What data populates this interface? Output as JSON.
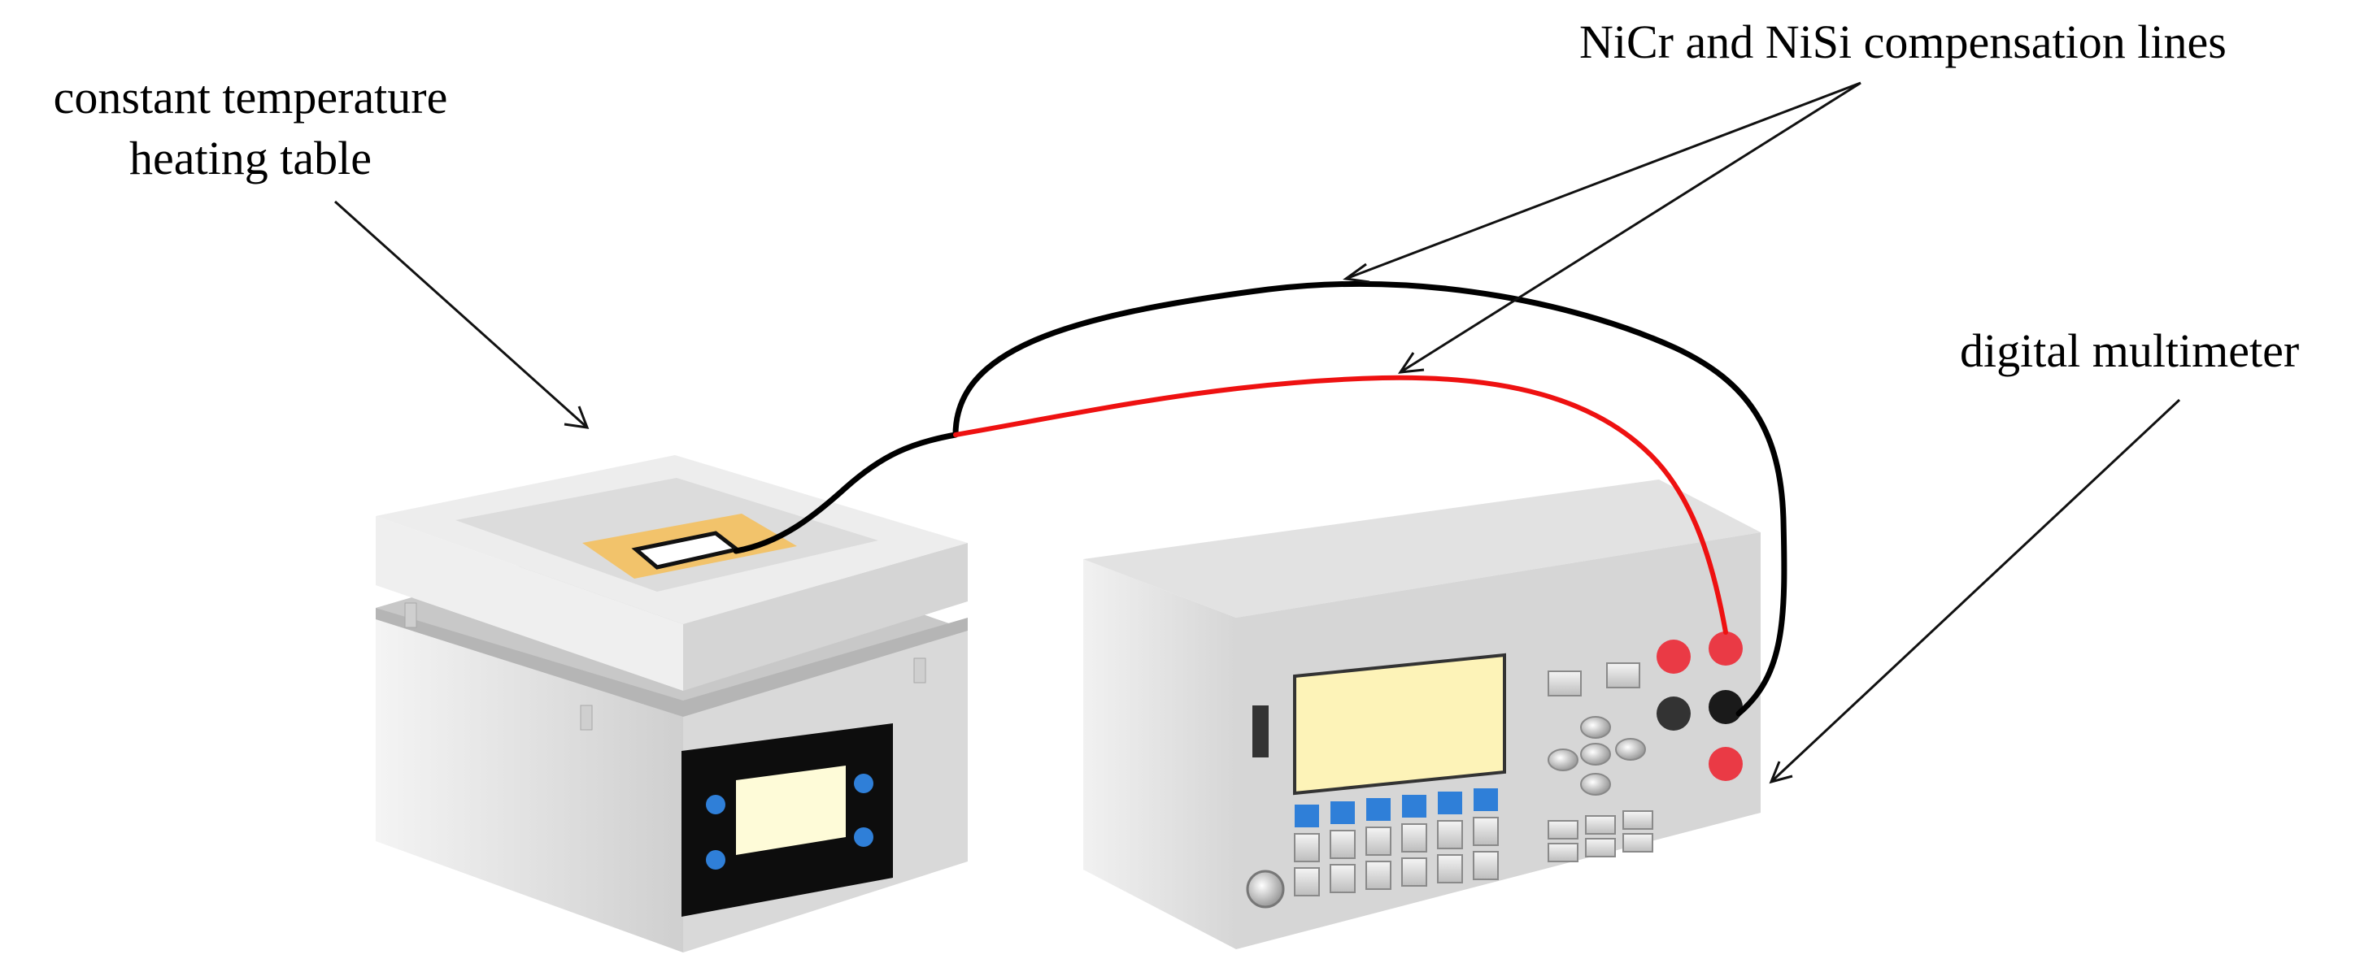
{
  "labels": {
    "heating_table_line1": "constant temperature",
    "heating_table_line2": "heating table",
    "compensation_lines": "NiCr and NiSi compensation lines",
    "digital_multimeter": "digital multimeter"
  },
  "colors": {
    "black_lead": "#000000",
    "red_lead": "#ee1111",
    "device_body": "#dcdcdc",
    "device_top": "#ebebeb",
    "display_face": "#fdf3b8",
    "heater_display": "#fefbd8",
    "key_blue": "#2f7fd8",
    "terminal_red": "#ea3a45",
    "terminal_black": "#1a1a1a",
    "sensor_pad": "#f2c36b"
  }
}
